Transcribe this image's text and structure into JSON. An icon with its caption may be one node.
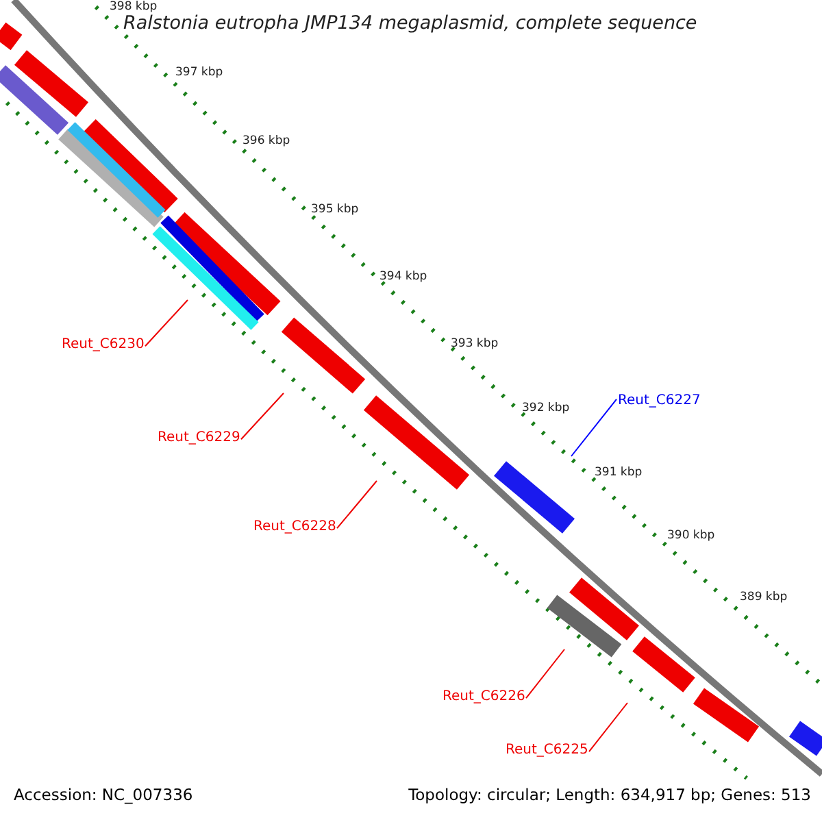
{
  "diagram": {
    "title": "Ralstonia eutropha JMP134 megaplasmid, complete sequence",
    "nodes": [
      {
        "text": [
          "Reut_C6230"
        ]
      },
      {
        "text": [
          "Reut_C6229"
        ]
      },
      {
        "text": [
          "Reut_C6228"
        ]
      },
      {
        "text": [
          "Reut_C6227"
        ]
      },
      {
        "text": [
          "Reut_C6226"
        ]
      },
      {
        "text": [
          "Reut_C6225"
        ]
      }
    ],
    "edges": [
      {
        "from": 0,
        "to": null,
        "arrow": "none"
      },
      {
        "from": 1,
        "to": null,
        "arrow": "none"
      },
      {
        "from": 2,
        "to": null,
        "arrow": "none"
      },
      {
        "from": 3,
        "to": null,
        "arrow": "none",
        "color": "#0000ff"
      },
      {
        "from": 4,
        "to": null,
        "arrow": "none"
      },
      {
        "from": 5,
        "to": null,
        "arrow": "none"
      }
    ],
    "labels": [
      "398 kbp",
      "397 kbp",
      "396 kbp",
      "395 kbp",
      "394 kbp",
      "393 kbp",
      "392 kbp",
      "391 kbp",
      "390 kbp",
      "389 kbp",
      "Accession: NC_007336",
      "Topology: circular; Length: 634,917 bp; Genes: 513"
    ]
  }
}
